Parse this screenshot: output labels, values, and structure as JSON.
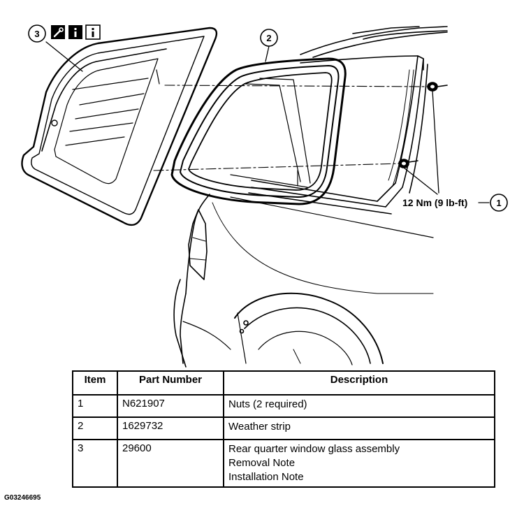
{
  "diagram": {
    "callouts": [
      "3",
      "2",
      "1"
    ],
    "icons": [
      "wrench-icon",
      "info-icon",
      "info-icon"
    ],
    "torque_label": "12 Nm (9 lb-ft)"
  },
  "table": {
    "headers": [
      "Item",
      "Part Number",
      "Description"
    ],
    "rows": [
      {
        "item": "1",
        "part": "N621907",
        "desc": [
          "Nuts (2 required)"
        ]
      },
      {
        "item": "2",
        "part": "1629732",
        "desc": [
          "Weather strip"
        ]
      },
      {
        "item": "3",
        "part": "29600",
        "desc": [
          "Rear quarter window glass assembly",
          "Removal Note",
          "Installation Note"
        ]
      }
    ]
  },
  "figure_code": "G03246695"
}
